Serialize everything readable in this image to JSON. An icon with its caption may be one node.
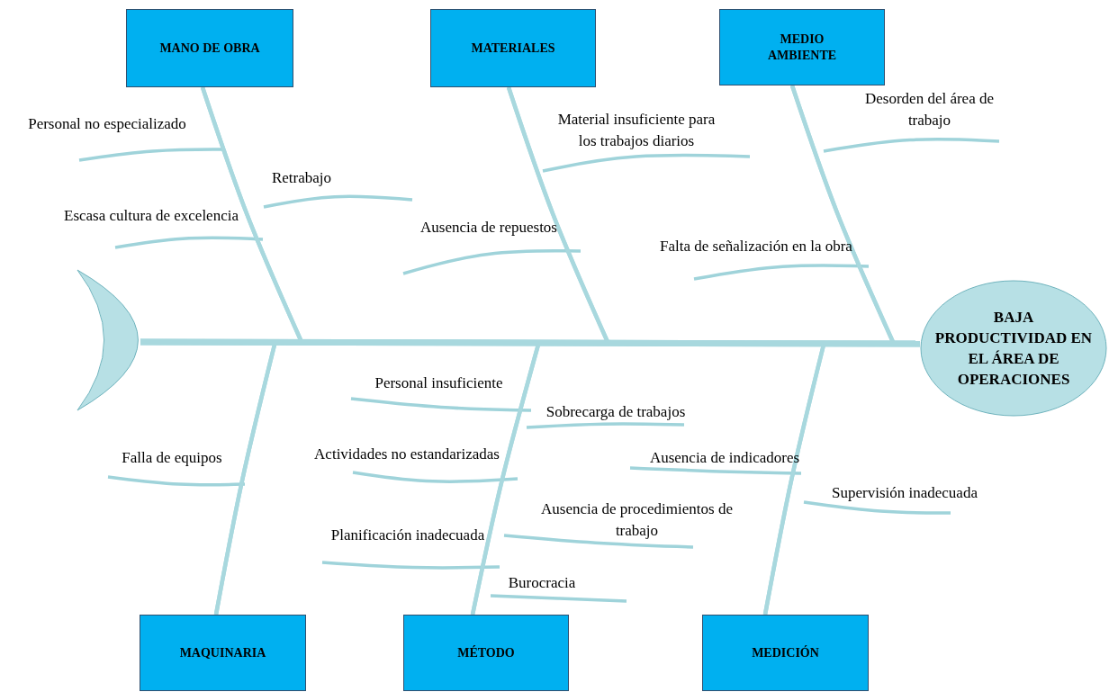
{
  "diagram": {
    "nodes": [
      {
        "text": [
          "MANO DE OBRA"
        ]
      },
      {
        "text": [
          "MATERIALES"
        ]
      },
      {
        "text": [
          "MEDIO AMBIENTE"
        ]
      },
      {
        "text": [],
        "shape": "crescent"
      },
      {
        "text": [
          "BAJA PRODUCTIVIDAD EN EL ÁREA DE OPERACIONES"
        ]
      },
      {
        "text": [
          "MAQUINARIA"
        ]
      },
      {
        "text": [
          "MÉTODO"
        ]
      },
      {
        "text": [
          "MEDICIÓN"
        ]
      }
    ],
    "edges": [
      {
        "from": 3,
        "to": 4,
        "arrow": "none"
      },
      {
        "from": 0,
        "to": null,
        "arrow": "none"
      },
      {
        "from": 1,
        "to": null,
        "arrow": "none"
      },
      {
        "from": 2,
        "to": null,
        "arrow": "none"
      },
      {
        "from": 5,
        "to": null,
        "arrow": "none"
      },
      {
        "from": 6,
        "to": null,
        "arrow": "none"
      },
      {
        "from": 7,
        "to": null,
        "arrow": "none"
      }
    ],
    "labels": [
      "Personal no especializado",
      "Desorden del área de trabajo",
      "Material insuficiente para los trabajos diarios",
      "Retrabajo",
      "Escasa cultura de excelencia",
      "Ausencia de repuestos",
      "Falta de señalización en la obra",
      "Personal insuficiente",
      "Sobrecarga de trabajos",
      "Falla de equipos",
      "Actividades no estandarizadas",
      "Ausencia de indicadores",
      "Supervisión inadecuada",
      "Ausencia de procedimientos de trabajo",
      "Planificación inadecuada",
      "Burocracia"
    ]
  }
}
